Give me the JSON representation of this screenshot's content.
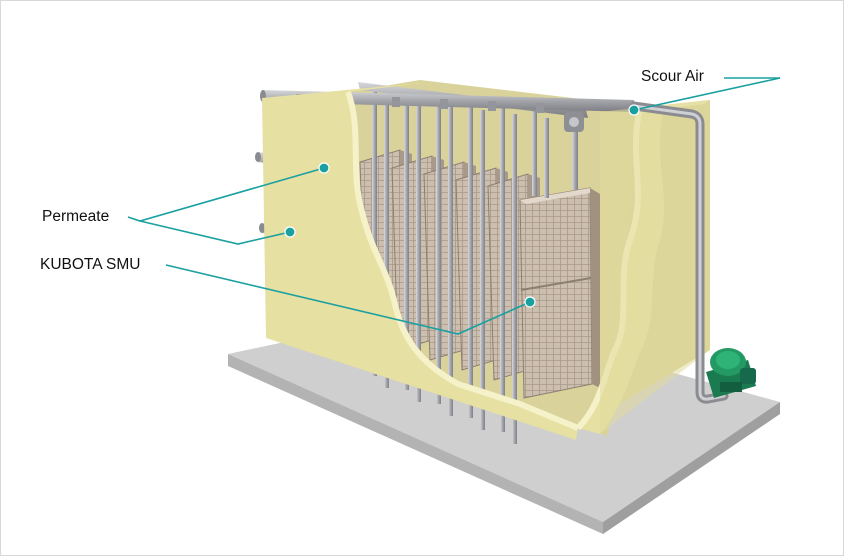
{
  "diagram": {
    "labels": {
      "scour_air": "Scour Air",
      "permeate": "Permeate",
      "membrane_unit": "KUBOTA SMU"
    },
    "colors": {
      "tank_wall": "#e6e0a2",
      "tank_cut_edge": "#f4f0c6",
      "floor_slab": "#c9c9c9",
      "pipe": "#a9aaaf",
      "module": "#c7bbac",
      "leader_line": "#1aa0a0",
      "blower": "#1f8a5a"
    }
  }
}
